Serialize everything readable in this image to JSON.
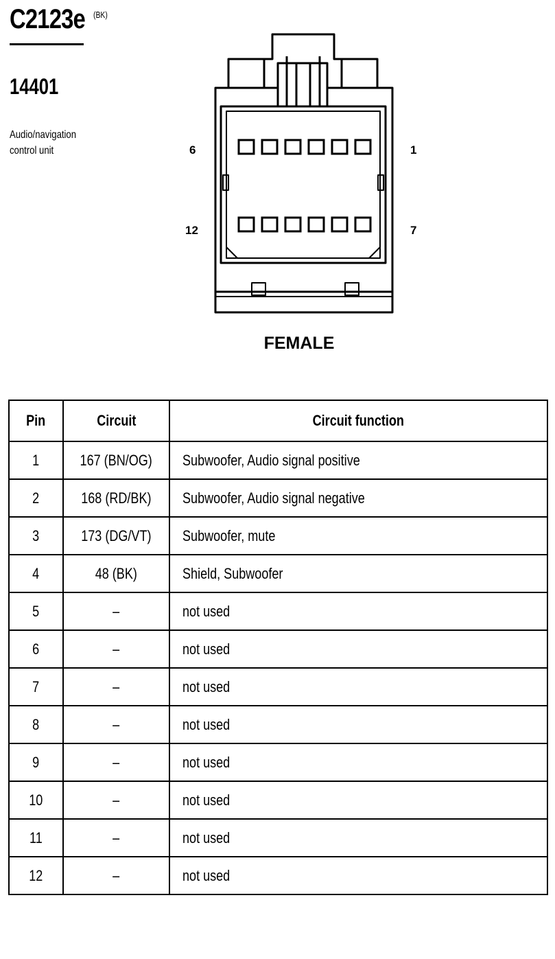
{
  "header": {
    "connector_id": "C2123e",
    "color_code": "(BK)",
    "part_number": "14401",
    "description": [
      "Audio/navigation",
      "control unit"
    ]
  },
  "connector": {
    "pin_labels": {
      "top_left": "6",
      "top_right": "1",
      "bottom_left": "12",
      "bottom_right": "7"
    },
    "view": "FEMALE"
  },
  "table": {
    "headers": {
      "pin": "Pin",
      "circuit": "Circuit",
      "function": "Circuit function"
    },
    "rows": [
      {
        "pin": "1",
        "circuit": "167 (BN/OG)",
        "function": "Subwoofer, Audio signal positive"
      },
      {
        "pin": "2",
        "circuit": "168 (RD/BK)",
        "function": "Subwoofer, Audio signal negative"
      },
      {
        "pin": "3",
        "circuit": "173 (DG/VT)",
        "function": "Subwoofer, mute"
      },
      {
        "pin": "4",
        "circuit": "48 (BK)",
        "function": "Shield, Subwoofer"
      },
      {
        "pin": "5",
        "circuit": "–",
        "function": "not used"
      },
      {
        "pin": "6",
        "circuit": "–",
        "function": "not used"
      },
      {
        "pin": "7",
        "circuit": "–",
        "function": "not used"
      },
      {
        "pin": "8",
        "circuit": "–",
        "function": "not used"
      },
      {
        "pin": "9",
        "circuit": "–",
        "function": "not used"
      },
      {
        "pin": "10",
        "circuit": "–",
        "function": "not used"
      },
      {
        "pin": "11",
        "circuit": "–",
        "function": "not used"
      },
      {
        "pin": "12",
        "circuit": "–",
        "function": "not used"
      }
    ]
  }
}
